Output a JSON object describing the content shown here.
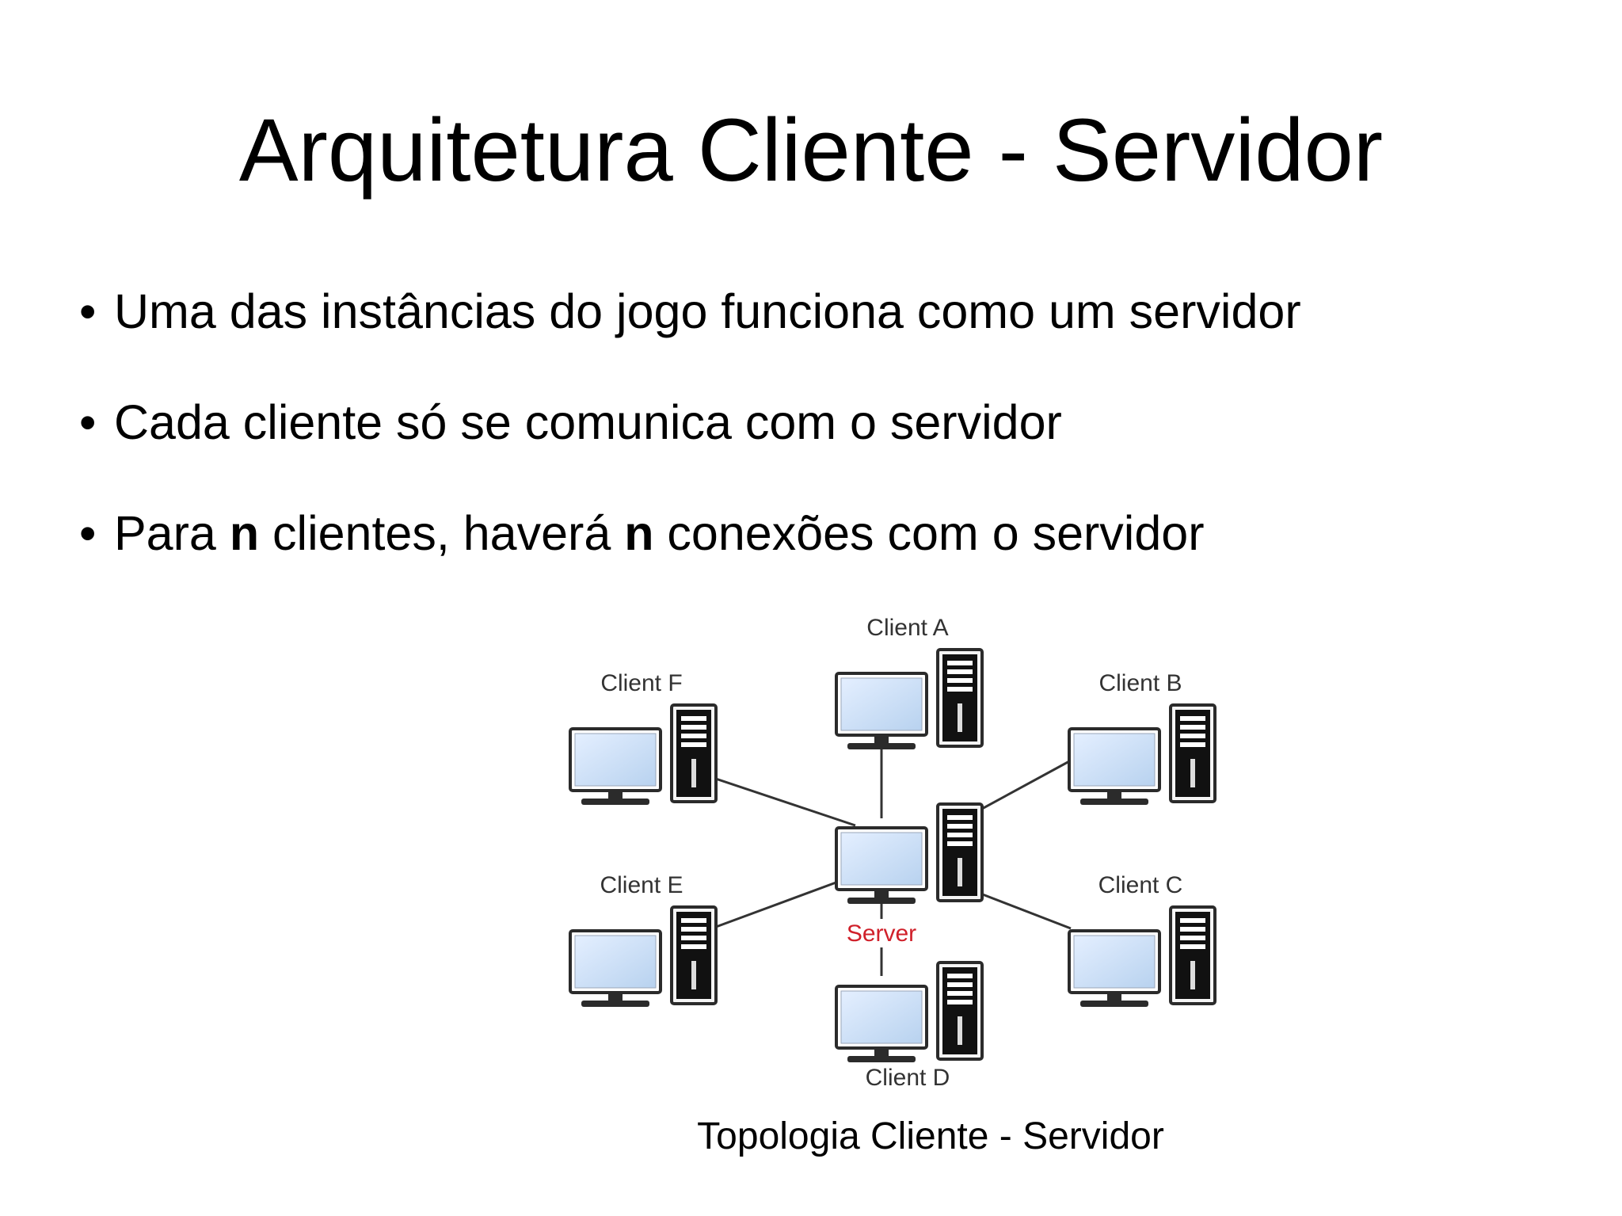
{
  "slide": {
    "title": "Arquitetura Cliente - Servidor",
    "bullets": [
      {
        "symbol": "•",
        "parts": [
          "Uma das instâncias do jogo funciona como um servidor"
        ]
      },
      {
        "symbol": "•",
        "parts": [
          "Cada cliente só se comunica com o servidor"
        ]
      },
      {
        "symbol": "•",
        "parts": [
          "Para ",
          "n",
          " clientes, haverá ",
          "n",
          " conexões com o servidor"
        ]
      }
    ],
    "caption": "Topologia Cliente - Servidor"
  },
  "diagram": {
    "center_node": {
      "id": "server",
      "label": "Server",
      "label_color": "#d0202a"
    },
    "nodes": [
      {
        "id": "client-a",
        "label": "Client A"
      },
      {
        "id": "client-b",
        "label": "Client B"
      },
      {
        "id": "client-c",
        "label": "Client C"
      },
      {
        "id": "client-d",
        "label": "Client D"
      },
      {
        "id": "client-e",
        "label": "Client E"
      },
      {
        "id": "client-f",
        "label": "Client F"
      }
    ],
    "edges": [
      [
        "server",
        "client-a"
      ],
      [
        "server",
        "client-b"
      ],
      [
        "server",
        "client-c"
      ],
      [
        "server",
        "client-d"
      ],
      [
        "server",
        "client-e"
      ],
      [
        "server",
        "client-f"
      ]
    ],
    "colors": {
      "screen": "#b8d2ef",
      "device_outline": "#2b2b2b",
      "link": "#333333",
      "label": "#333333"
    }
  }
}
